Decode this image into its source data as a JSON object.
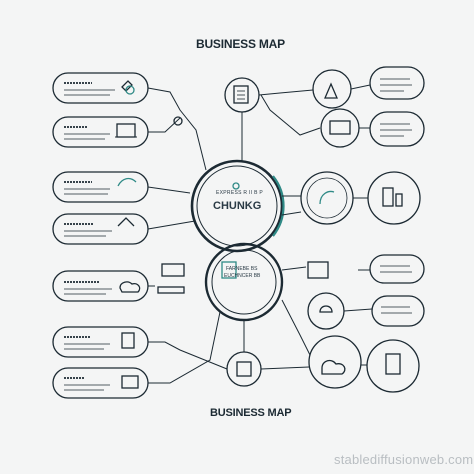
{
  "header": {
    "title": "BUSINESS MAP"
  },
  "footer": {
    "title": "BUSINESS MAP",
    "watermark": "stablediffusionweb.com"
  },
  "hub": {
    "main_label": "CHUNKG",
    "main_caption": "EXPRESS R II B P",
    "secondary_caption_1": "FARNEBE BS",
    "secondary_caption_2": "EUCHNCER BB"
  },
  "colors": {
    "accent": "#2f8a86",
    "line": "#1c2a33",
    "background": "#f4f5f5"
  },
  "icons": [
    "document-icon",
    "rocket-icon",
    "laptop-icon",
    "leaf-icon",
    "folder-icon",
    "bar-chart-icon",
    "people-icon",
    "cursor-icon",
    "cloud-icon",
    "checklist-icon",
    "person-desk-icon",
    "shield-icon"
  ]
}
